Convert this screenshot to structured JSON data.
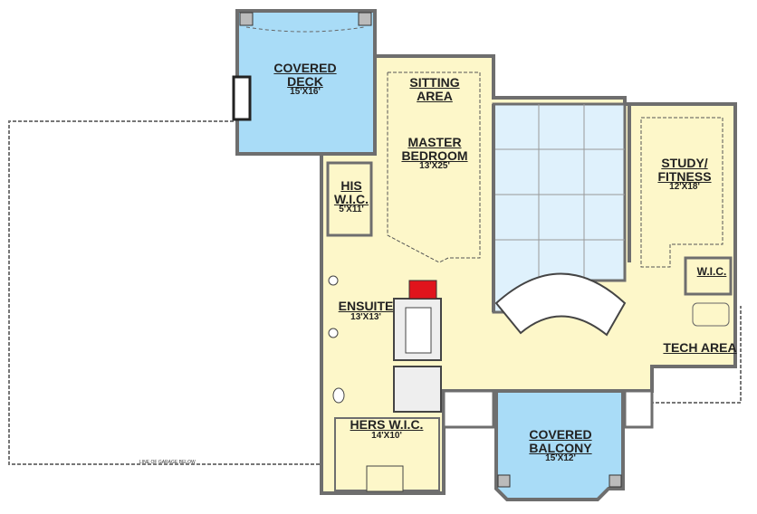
{
  "rooms": {
    "covered_deck": {
      "name": "COVERED DECK",
      "size": "15'X16'"
    },
    "sitting_area": {
      "name": "SITTING AREA"
    },
    "master_bedroom": {
      "name": "MASTER BEDROOM",
      "size": "13'X25'"
    },
    "his_wic": {
      "name": "HIS W.I.C.",
      "size": "5'X11'"
    },
    "ensuite": {
      "name": "ENSUITE",
      "size": "13'X13'"
    },
    "hers_wic": {
      "name": "HERS W.I.C.",
      "size": "14'X10'"
    },
    "covered_balcony": {
      "name": "COVERED BALCONY",
      "size": "15'X12'"
    },
    "study_fitness": {
      "name": "STUDY/ FITNESS",
      "size": "12'X18'"
    },
    "wic": {
      "name": "W.I.C."
    },
    "tech_area": {
      "name": "TECH AREA"
    }
  },
  "annotations": {
    "garage_line": "LINE OF GARAGE BELOW"
  },
  "colors": {
    "interior": "#fdf7c9",
    "deck": "#a9dcf7",
    "open_to_below": "#dff1fc",
    "wall": "#6e6e6e",
    "fireplace": "#e0141c"
  }
}
